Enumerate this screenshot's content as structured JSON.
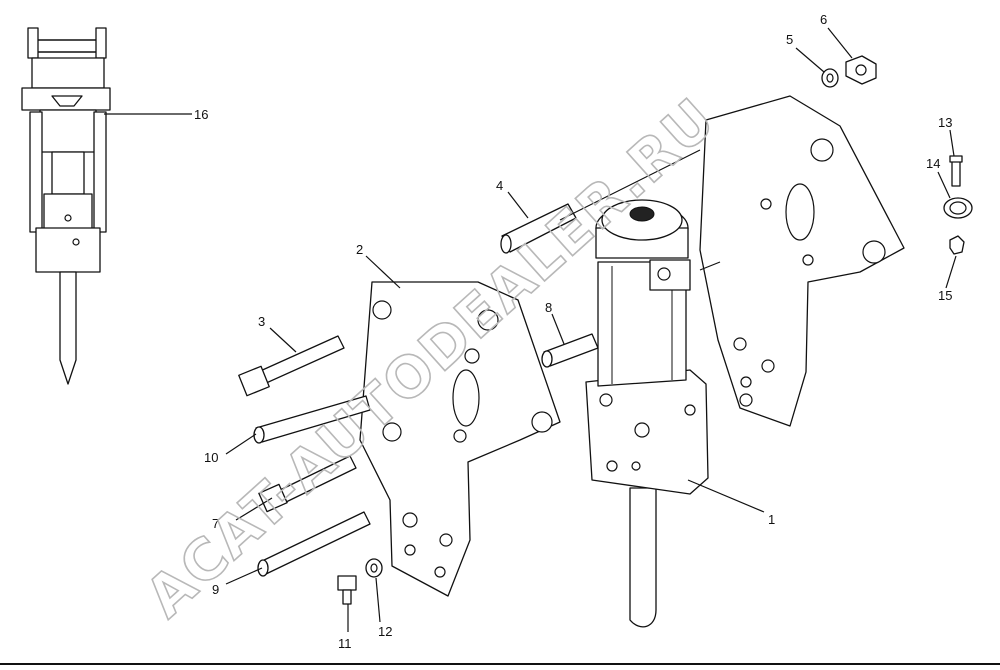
{
  "watermark": "ACAT-AUTODEALER.RU",
  "callouts": [
    {
      "id": "1",
      "label": "1"
    },
    {
      "id": "2",
      "label": "2"
    },
    {
      "id": "3",
      "label": "3"
    },
    {
      "id": "4",
      "label": "4"
    },
    {
      "id": "5",
      "label": "5"
    },
    {
      "id": "6",
      "label": "6"
    },
    {
      "id": "7",
      "label": "7"
    },
    {
      "id": "8",
      "label": "8"
    },
    {
      "id": "9",
      "label": "9"
    },
    {
      "id": "10",
      "label": "10"
    },
    {
      "id": "11",
      "label": "11"
    },
    {
      "id": "12",
      "label": "12"
    },
    {
      "id": "13",
      "label": "13"
    },
    {
      "id": "14",
      "label": "14"
    },
    {
      "id": "15",
      "label": "15"
    },
    {
      "id": "16",
      "label": "16"
    }
  ]
}
